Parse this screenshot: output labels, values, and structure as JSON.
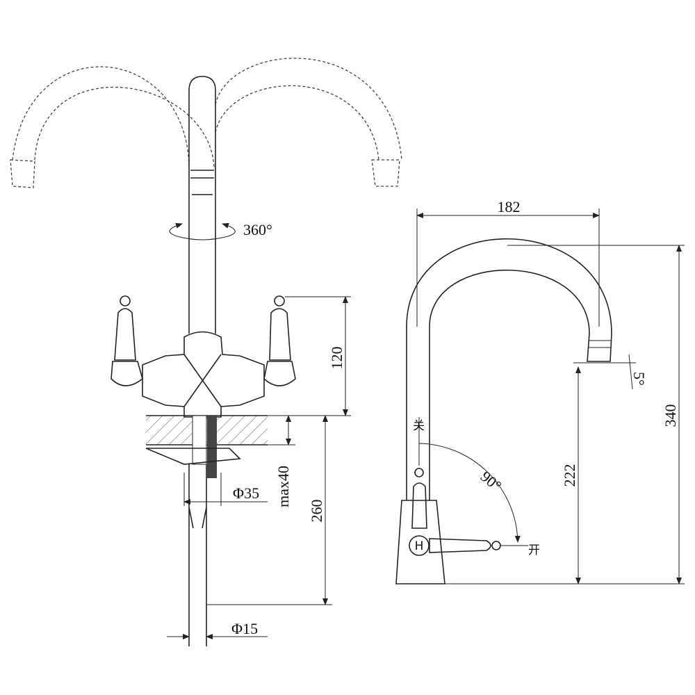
{
  "left_view": {
    "rotation_label": "360°",
    "handle_height_label": "120",
    "base_diameter_label": "Φ35",
    "counter_thickness_label": "max40",
    "pipe_length_label": "260",
    "pipe_diameter_label": "Φ15"
  },
  "right_view": {
    "reach_label": "182",
    "total_height_label": "340",
    "spout_height_label": "222",
    "spout_angle_label": "5°",
    "handle_rotation_label": "90°",
    "closed_label": "关",
    "open_label": "开",
    "hot_marker_label": "H"
  }
}
